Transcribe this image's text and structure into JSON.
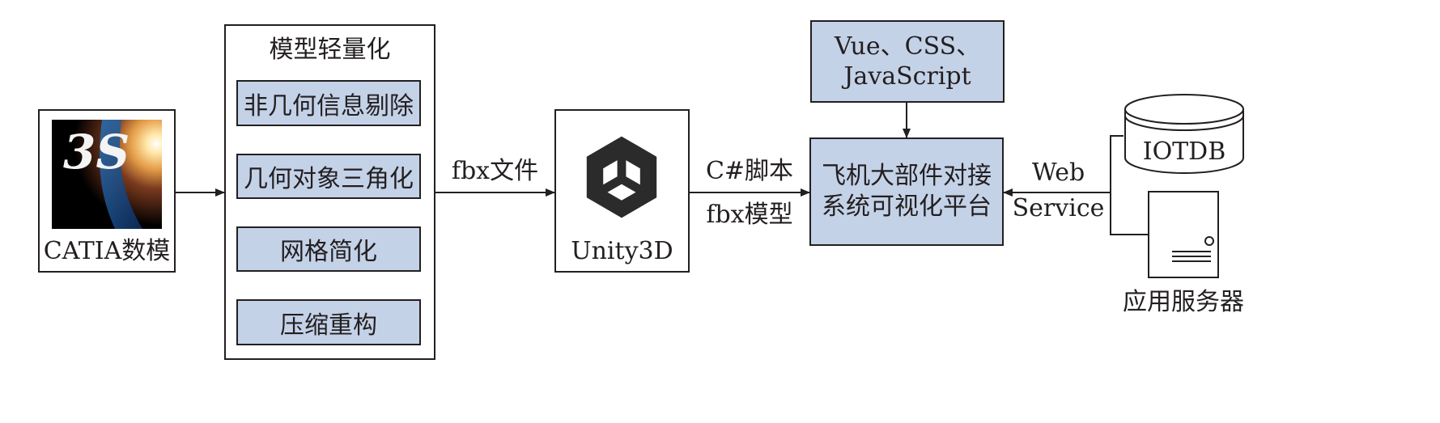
{
  "catia": {
    "label": "CATIA数模",
    "logo_text": "3S"
  },
  "lightweight": {
    "title": "模型轻量化",
    "steps": [
      "非几何信息剔除",
      "几何对象三角化",
      "网格简化",
      "压缩重构"
    ]
  },
  "edge_fbx_file": "fbx文件",
  "unity": {
    "label": "Unity3D"
  },
  "edge_unity_platform": {
    "top": "C#脚本",
    "bottom": "fbx模型"
  },
  "platform": {
    "line1": "飞机大部件对接",
    "line2": "系统可视化平台"
  },
  "frontend": {
    "line1": "Vue、CSS、",
    "line2": "JavaScript"
  },
  "webservice": {
    "line1": "Web",
    "line2": "Service"
  },
  "iotdb": {
    "label": "IOTDB"
  },
  "server": {
    "label": "应用服务器"
  },
  "colors": {
    "block_fill": "#c4d2e8",
    "stroke": "#231f20"
  }
}
